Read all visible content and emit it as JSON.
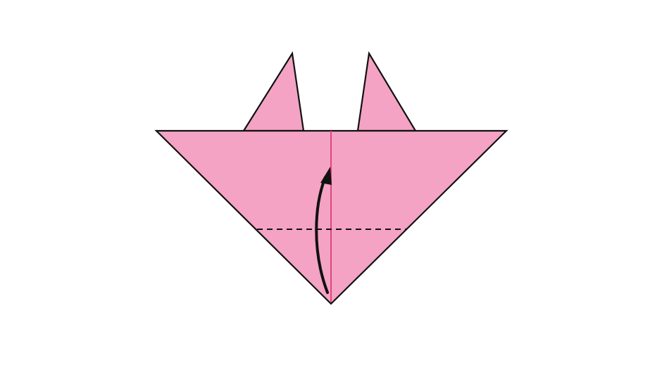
{
  "diagram": {
    "kind": "origami-fold-step",
    "paper_color": "#F4A3C4",
    "outline_color": "#111111",
    "center_crease_color": "#E0457B",
    "fold_line_style": "dashed",
    "fold_direction": "up",
    "arrow_icon": "curved-fold-arrow-icon",
    "parts": [
      "left-ear",
      "right-ear",
      "head-triangle",
      "center-crease",
      "valley-fold-line",
      "fold-arrow"
    ]
  }
}
